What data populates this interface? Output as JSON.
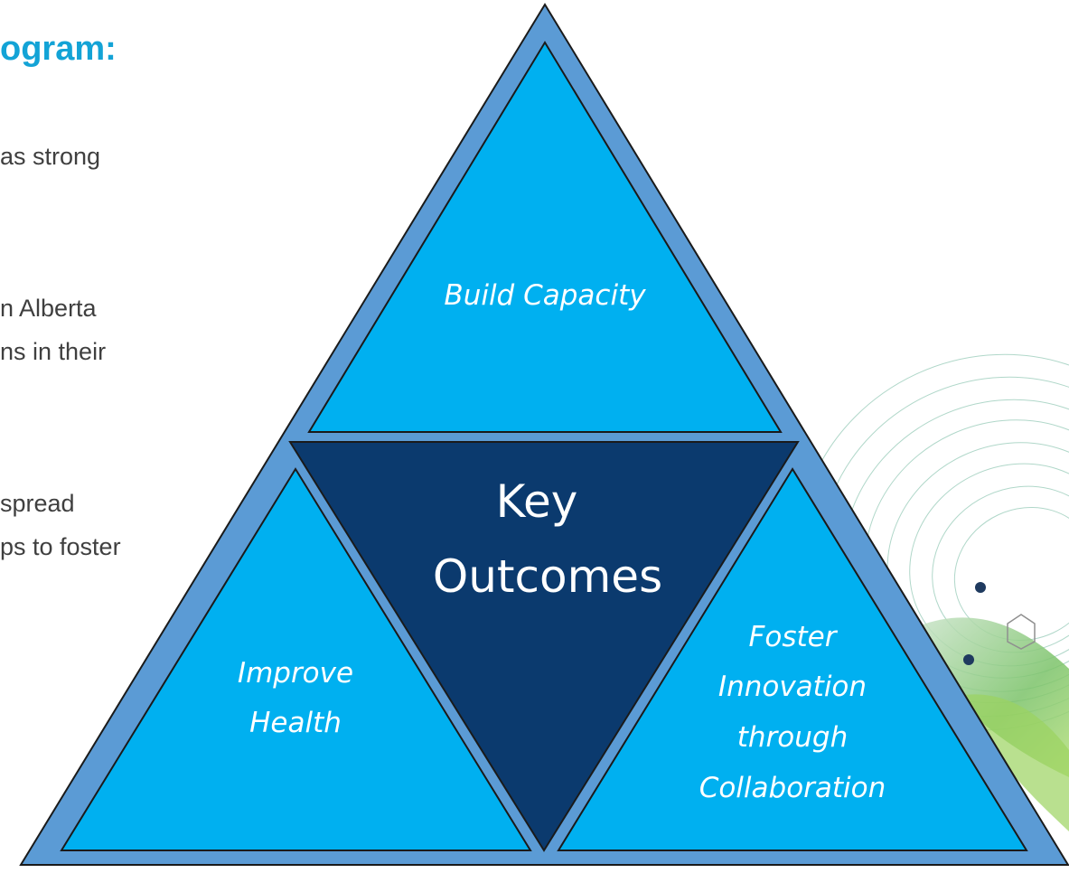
{
  "heading": "ogram:",
  "body_fragments": [
    "as strong",
    "n Alberta",
    "ns in their",
    "spread",
    "ps to foster"
  ],
  "diagram": {
    "center_label": [
      "Key",
      "Outcomes"
    ],
    "top_label": "Build Capacity",
    "left_label": [
      "Improve",
      "Health"
    ],
    "right_label": [
      "Foster",
      "Innovation",
      "through",
      "Collaboration"
    ],
    "colors": {
      "outer_border": "#5b9bd5",
      "light_triangle": "#00b0f0",
      "dark_triangle": "#0b3a6e",
      "label": "#ffffff",
      "heading": "#13a3d6"
    }
  }
}
